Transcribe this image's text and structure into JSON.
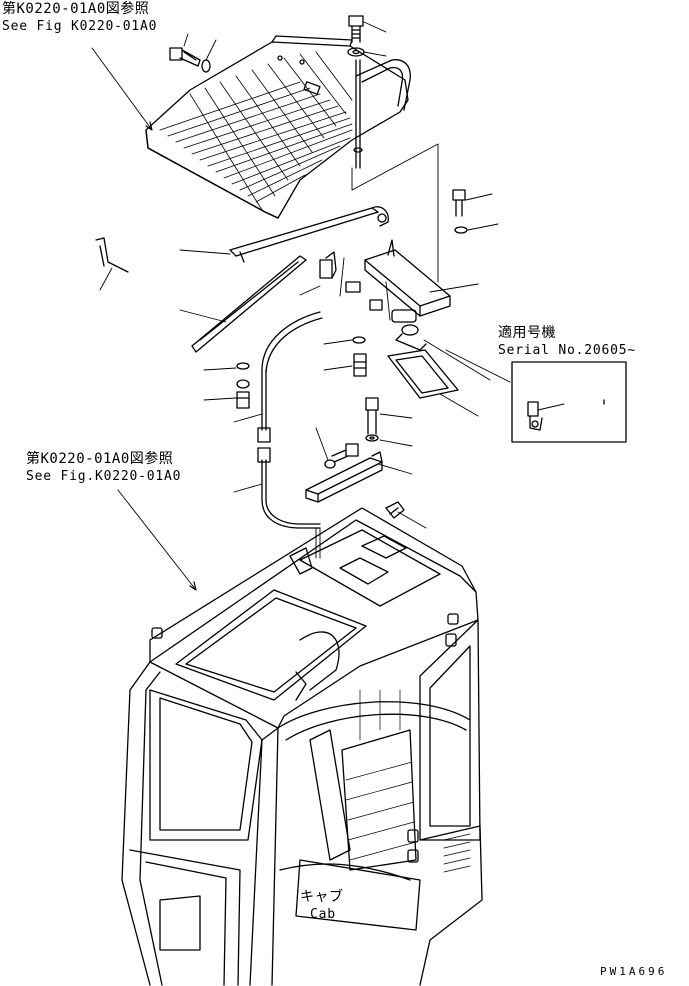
{
  "labels": {
    "ref_top_jp": "第K0220-01A0図参照",
    "ref_top_en": "See Fig K0220-01A0",
    "ref_mid_jp": "第K0220-01A0図参照",
    "ref_mid_en": "See Fig.K0220-01A0",
    "serial_jp": "適用号機",
    "serial_en": "Serial No.20605~",
    "cab_jp": "キャブ",
    "cab_en": "Cab",
    "drawing_code": "PW1A696"
  }
}
